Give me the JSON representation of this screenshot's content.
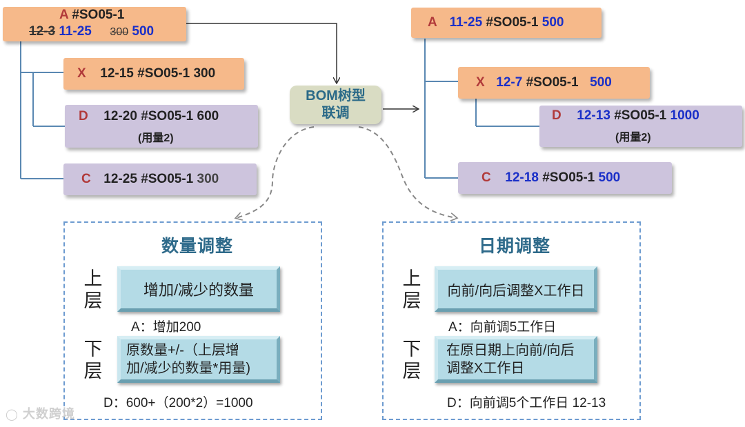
{
  "bom_label": [
    "BOM树型",
    "联调"
  ],
  "left_tree": {
    "a": {
      "letter": "A",
      "order": "#SO05-1",
      "date_old": "12-3",
      "date_new": "11-25",
      "qty_old": "300",
      "qty_new": "500"
    },
    "x": {
      "letter": "X",
      "date": "12-15",
      "order": "#SO05-1",
      "qty": "300"
    },
    "d": {
      "letter": "D",
      "date": "12-20",
      "order": "#SO05-1",
      "qty": "600",
      "note": "(用量2)"
    },
    "c": {
      "letter": "C",
      "date": "12-25",
      "order": "#SO05-1",
      "qty": "300"
    }
  },
  "right_tree": {
    "a": {
      "letter": "A",
      "date": "11-25",
      "order": "#SO05-1",
      "qty": "500"
    },
    "x": {
      "letter": "X",
      "date": "12-7",
      "order": "#SO05-1",
      "qty": "500"
    },
    "d": {
      "letter": "D",
      "date": "12-13",
      "order": "#SO05-1",
      "qty": "1000",
      "note": "(用量2)"
    },
    "c": {
      "letter": "C",
      "date": "12-18",
      "order": "#SO05-1",
      "qty": "500"
    }
  },
  "qty_panel": {
    "title": "数量调整",
    "upper_label": "上层",
    "upper_box": "增加/减少的数量",
    "upper_note": "A：增加200",
    "lower_label": "下层",
    "lower_box_1": "原数量+/-（上层增",
    "lower_box_2": "加/减少的数量*用量)",
    "lower_note": "D：600+（200*2）=1000"
  },
  "date_panel": {
    "title": "日期调整",
    "upper_label": "上层",
    "upper_box": "向前/向后调整X工作日",
    "upper_note": "A：向前调5工作日",
    "lower_label": "下层",
    "lower_box_1": "在原日期上向前/向后",
    "lower_box_2": "调整X工作日",
    "lower_note": "D：向前调5个工作日 12-13"
  },
  "watermark": "大数跨境"
}
